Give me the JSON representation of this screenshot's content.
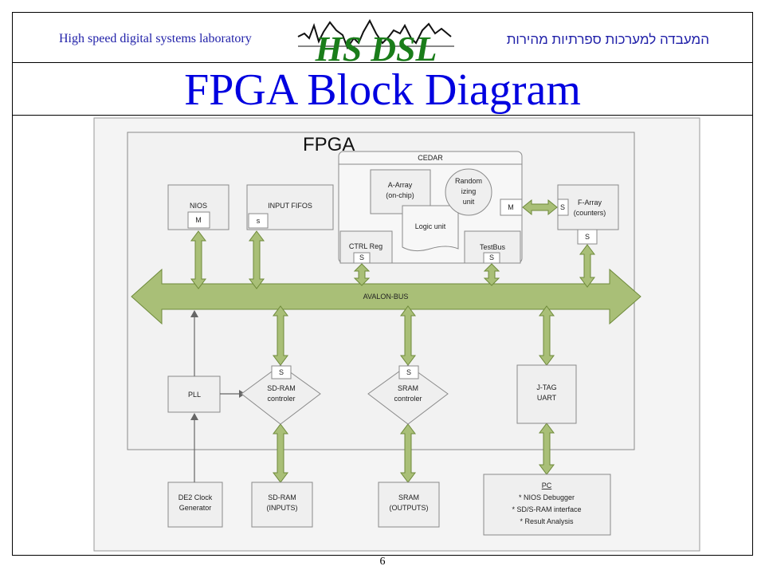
{
  "header": {
    "lab_en": "High speed digital systems laboratory",
    "lab_he": "המעבדה למערכות ספרתיות מהירות",
    "logo_text": "HS DSL"
  },
  "title": "FPGA Block Diagram",
  "page_number": "6",
  "diagram": {
    "fpga_label": "FPGA",
    "cedar_label": "CEDAR",
    "a_array": [
      "A-Array",
      "(on-chip)"
    ],
    "randomizing": [
      "Random",
      "izing",
      "unit"
    ],
    "logic_unit": "Logic unit",
    "ctrl_reg": "CTRL Reg",
    "testbus": "TestBus",
    "nios": "NIOS",
    "input_fifos": "INPUT FIFOS",
    "f_array": [
      "F-Array",
      "(counters)"
    ],
    "avalon_bus": "AVALON-BUS",
    "pll": "PLL",
    "sdram_ctrl": [
      "SD-RAM",
      "controler"
    ],
    "sram_ctrl": [
      "SRAM",
      "controler"
    ],
    "jtag": [
      "J-TAG",
      "UART"
    ],
    "de2_clock": [
      "DE2 Clock",
      "Generator"
    ],
    "sdram": [
      "SD-RAM",
      "(INPUTS)"
    ],
    "sram": [
      "SRAM",
      "(OUTPUTS)"
    ],
    "pc_title": "PC",
    "pc_items": [
      "* NIOS Debugger",
      "* SD/S-RAM interface",
      "* Result Analysis"
    ],
    "port_m": "M",
    "port_s": "S",
    "port_s_lower": "s"
  },
  "colors": {
    "arrow_fill": "#a9bf77",
    "arrow_stroke": "#6e8a3a",
    "panel_bg": "#f2f2f2",
    "box_stroke": "#9a9a9a",
    "title_blue": "#0000e0"
  }
}
